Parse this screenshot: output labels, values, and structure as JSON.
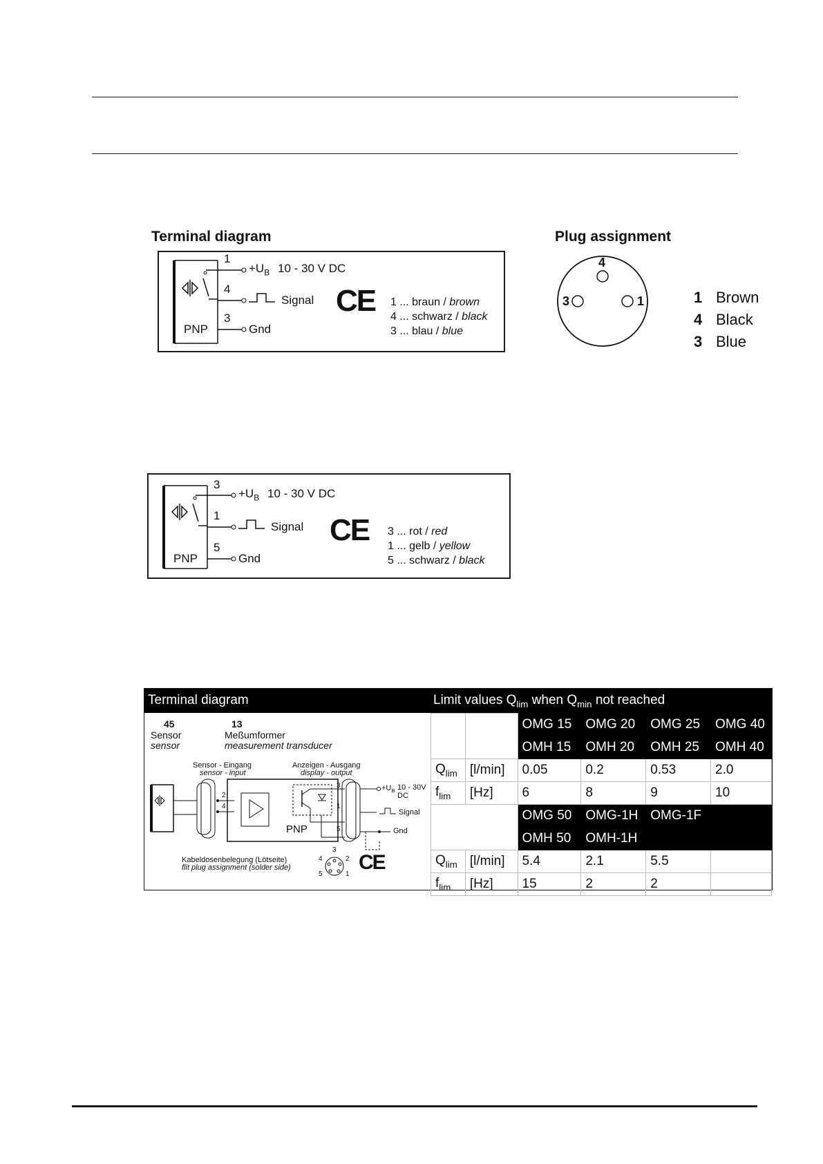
{
  "section1": {
    "terminal_heading": "Terminal diagram",
    "plug_heading": "Plug assignment",
    "pin_top": "1",
    "pin_mid": "4",
    "pin_bot": "3",
    "supply": "10 - 30 V DC",
    "signal": "Signal",
    "gnd": "Gnd",
    "pnp": "PNP",
    "ce": "CE",
    "wires": [
      {
        "num": "1 ...",
        "de": "braun /",
        "en": "brown"
      },
      {
        "num": "4 ...",
        "de": "schwarz /",
        "en": "black"
      },
      {
        "num": "3 ...",
        "de": "blau /",
        "en": "blue"
      }
    ],
    "plug_pins": {
      "top": "4",
      "left": "3",
      "right": "1"
    },
    "legend": [
      {
        "num": "1",
        "color": "Brown"
      },
      {
        "num": "4",
        "color": "Black"
      },
      {
        "num": "3",
        "color": "Blue"
      }
    ]
  },
  "section2": {
    "pin_top": "3",
    "pin_mid": "1",
    "pin_bot": "5",
    "supply": "10 - 30 V DC",
    "signal": "Signal",
    "gnd": "Gnd",
    "pnp": "PNP",
    "ce": "CE",
    "wires": [
      {
        "num": "3 ...",
        "de": "rot /",
        "en": "red"
      },
      {
        "num": "1 ...",
        "de": "gelb /",
        "en": "yellow"
      },
      {
        "num": "5 ...",
        "de": "schwarz /",
        "en": "black"
      }
    ]
  },
  "section3": {
    "header_left": "Terminal diagram",
    "header_right": "Limit values Q",
    "header_sub_lim": "lim",
    "header_when": " when Q",
    "header_sub_min": "min",
    "header_tail": " not reached",
    "sensor_num": "45",
    "sensor_de": "Sensor",
    "sensor_en": "sensor",
    "transducer_num": "13",
    "transducer_de": "Meßumformer",
    "transducer_en": "measurement transducer",
    "input_de": "Sensor - Eingang",
    "input_en": "sensor - input",
    "output_de": "Anzeigen - Ausgang",
    "output_en": "display - output",
    "supply": "10 - 30V DC",
    "signal": "Signal",
    "gnd": "Gnd",
    "pnp": "PNP",
    "plug_de": "Kabeldosenbelegung (Lötseite)",
    "plug_en": "flit plug assignment (solder side)",
    "plug_pins": [
      "3",
      "2",
      "4",
      "1",
      "5"
    ],
    "pins": [
      "2",
      "4",
      "3",
      "1",
      "5"
    ],
    "ce": "CE",
    "models_row1_top": [
      "OMG 15",
      "OMG 20",
      "OMG 25",
      "OMG 40"
    ],
    "models_row1_bot": [
      "OMH 15",
      "OMH 20",
      "OMH 25",
      "OMH 40"
    ],
    "models_row2_top": [
      "OMG 50",
      "OMG-1H",
      "OMG-1F",
      ""
    ],
    "models_row2_bot": [
      "OMH 50",
      "OMH-1H",
      "",
      ""
    ],
    "q_label": "Q",
    "q_sub": "lim",
    "q_unit": "[l/min]",
    "f_label": "f",
    "f_sub": "lim",
    "f_unit": "[Hz]",
    "q_values_1": [
      "0.05",
      "0.2",
      "0.53",
      "2.0"
    ],
    "f_values_1": [
      "6",
      "8",
      "9",
      "10"
    ],
    "q_values_2": [
      "5.4",
      "2.1",
      "5.5",
      ""
    ],
    "f_values_2": [
      "15",
      "2",
      "2",
      ""
    ]
  }
}
